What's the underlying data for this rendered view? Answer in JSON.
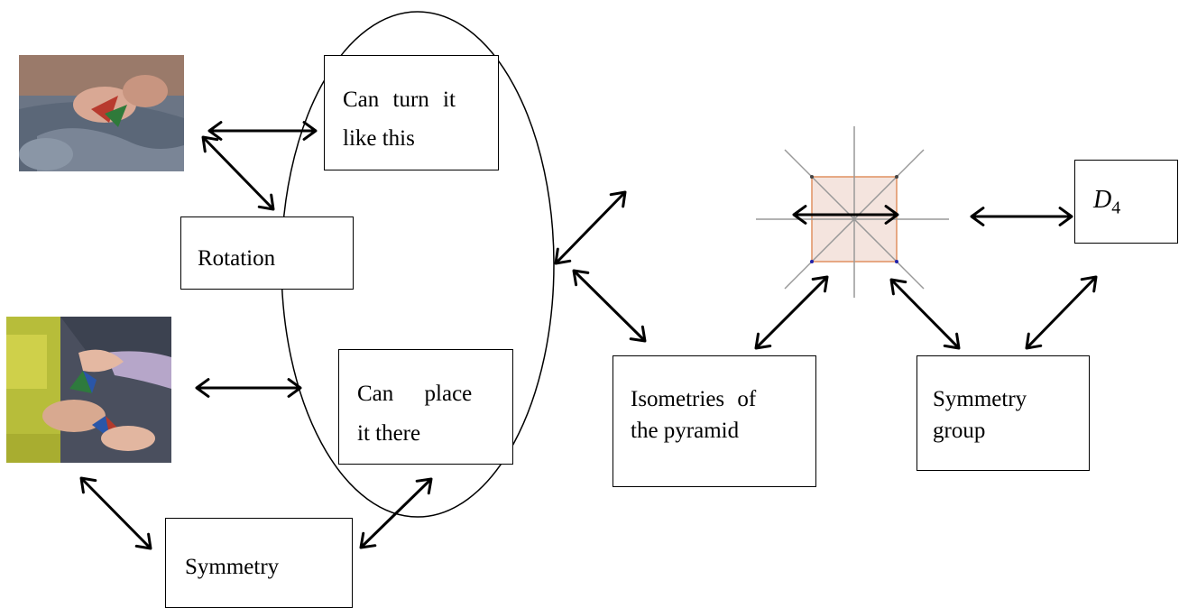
{
  "boxes": {
    "turn": {
      "line1": "Can turn it",
      "line2": "like this"
    },
    "rotation": {
      "text": "Rotation"
    },
    "place": {
      "line1": "Can place",
      "line2": "it there"
    },
    "symmetry": {
      "text": "Symmetry"
    },
    "isometries": {
      "line1": "Isometries of",
      "line2": "the pyramid"
    },
    "symmetry_group": {
      "line1": "Symmetry",
      "line2": "group"
    },
    "d4": {
      "symbol": "D",
      "subscript": "4"
    }
  },
  "images": {
    "photo_top": "hands turning a small pyramid on a knee",
    "photo_bottom": "children's hands placing a pyramid",
    "square_diagram": "square with symmetry axes"
  },
  "colors": {
    "stroke": "#000000",
    "square_fill": "#f4e4de",
    "square_edge": "#e09060",
    "axis_gray": "#999999",
    "vertex_blue": "#2222aa"
  }
}
